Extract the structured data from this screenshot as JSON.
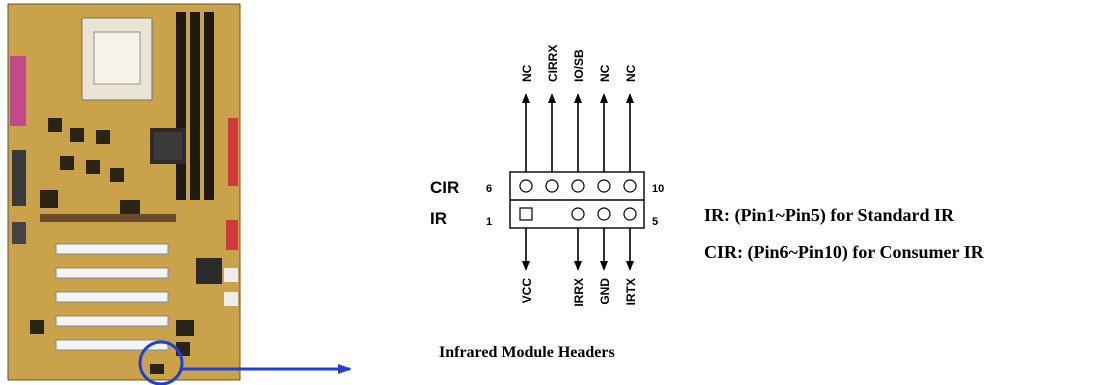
{
  "colors": {
    "board_base": "#c9a24a",
    "board_dark": "#2a2416",
    "highlight": "#1f3fd8",
    "ink": "#000000"
  },
  "board": {
    "icon": "motherboard-image"
  },
  "header": {
    "row_labels": {
      "cir": "CIR",
      "ir": "IR"
    },
    "pin_numbers": {
      "p6": "6",
      "p10": "10",
      "p1": "1",
      "p5": "5"
    },
    "top_signals": [
      "NC",
      "CIRRX",
      "IO/SB",
      "NC",
      "NC"
    ],
    "bottom_signals": [
      "VCC",
      "",
      "IRRX",
      "GND",
      "IRTX"
    ]
  },
  "notes": {
    "ir": "IR: (Pin1~Pin5) for Standard IR",
    "cir": "CIR: (Pin6~Pin10) for Consumer IR"
  },
  "caption": "Infrared Module Headers"
}
